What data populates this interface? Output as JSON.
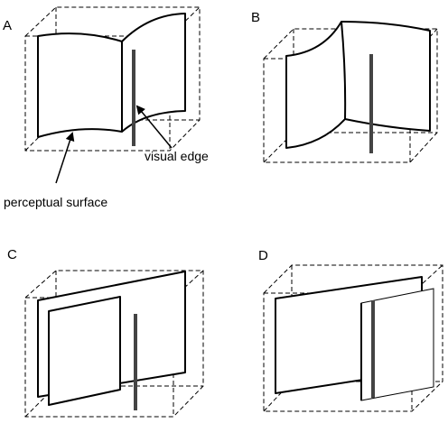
{
  "panels": {
    "a": {
      "label": "A"
    },
    "b": {
      "label": "B"
    },
    "c": {
      "label": "C"
    },
    "d": {
      "label": "D"
    }
  },
  "annotations": {
    "visual_edge": "visual edge",
    "perceptual_surface": "perceptual surface"
  }
}
